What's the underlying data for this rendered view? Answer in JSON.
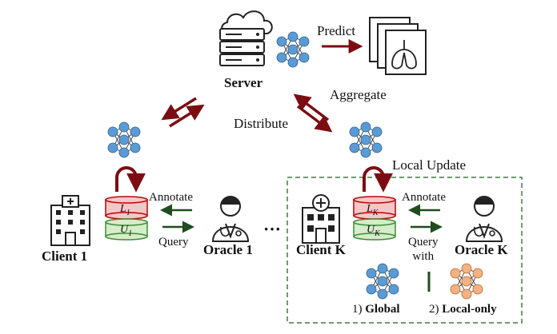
{
  "labels": {
    "server": "Server",
    "predict": "Predict",
    "aggregate": "Aggregate",
    "distribute": "Distribute",
    "local_update": "Local Update",
    "annotate_1": "Annotate",
    "query_1": "Query",
    "annotate_k": "Annotate",
    "query_with": "Query\nwith",
    "client_1": "Client 1",
    "oracle_1": "Oracle 1",
    "client_k": "Client K",
    "oracle_k": "Oracle K",
    "ellipsis": "···",
    "global_prefix": "1)",
    "global": "Global",
    "local_prefix": "2)",
    "local_only": "Local-only"
  },
  "datasets": {
    "client_1": {
      "labeled": "L",
      "labeled_sub": "1",
      "unlabeled": "U",
      "unlabeled_sub": "1"
    },
    "client_k": {
      "labeled": "L",
      "labeled_sub": "K",
      "unlabeled": "U",
      "unlabeled_sub": "K"
    }
  },
  "colors": {
    "arrow_red": "#7b0d12",
    "arrow_green": "#1f4d1f",
    "node_blue": "#5b9bd5",
    "node_orange": "#f4b183",
    "labeled_fill": "#f6c7c7",
    "labeled_border": "#c00000",
    "unlabeled_fill": "#d7ecc8",
    "unlabeled_border": "#3a8d3a",
    "dashed_box": "#3f7d3f"
  },
  "icons": [
    "cloud-server-icon",
    "lung-xray-icon",
    "hospital-icon",
    "doctor-icon",
    "neural-network-icon"
  ]
}
